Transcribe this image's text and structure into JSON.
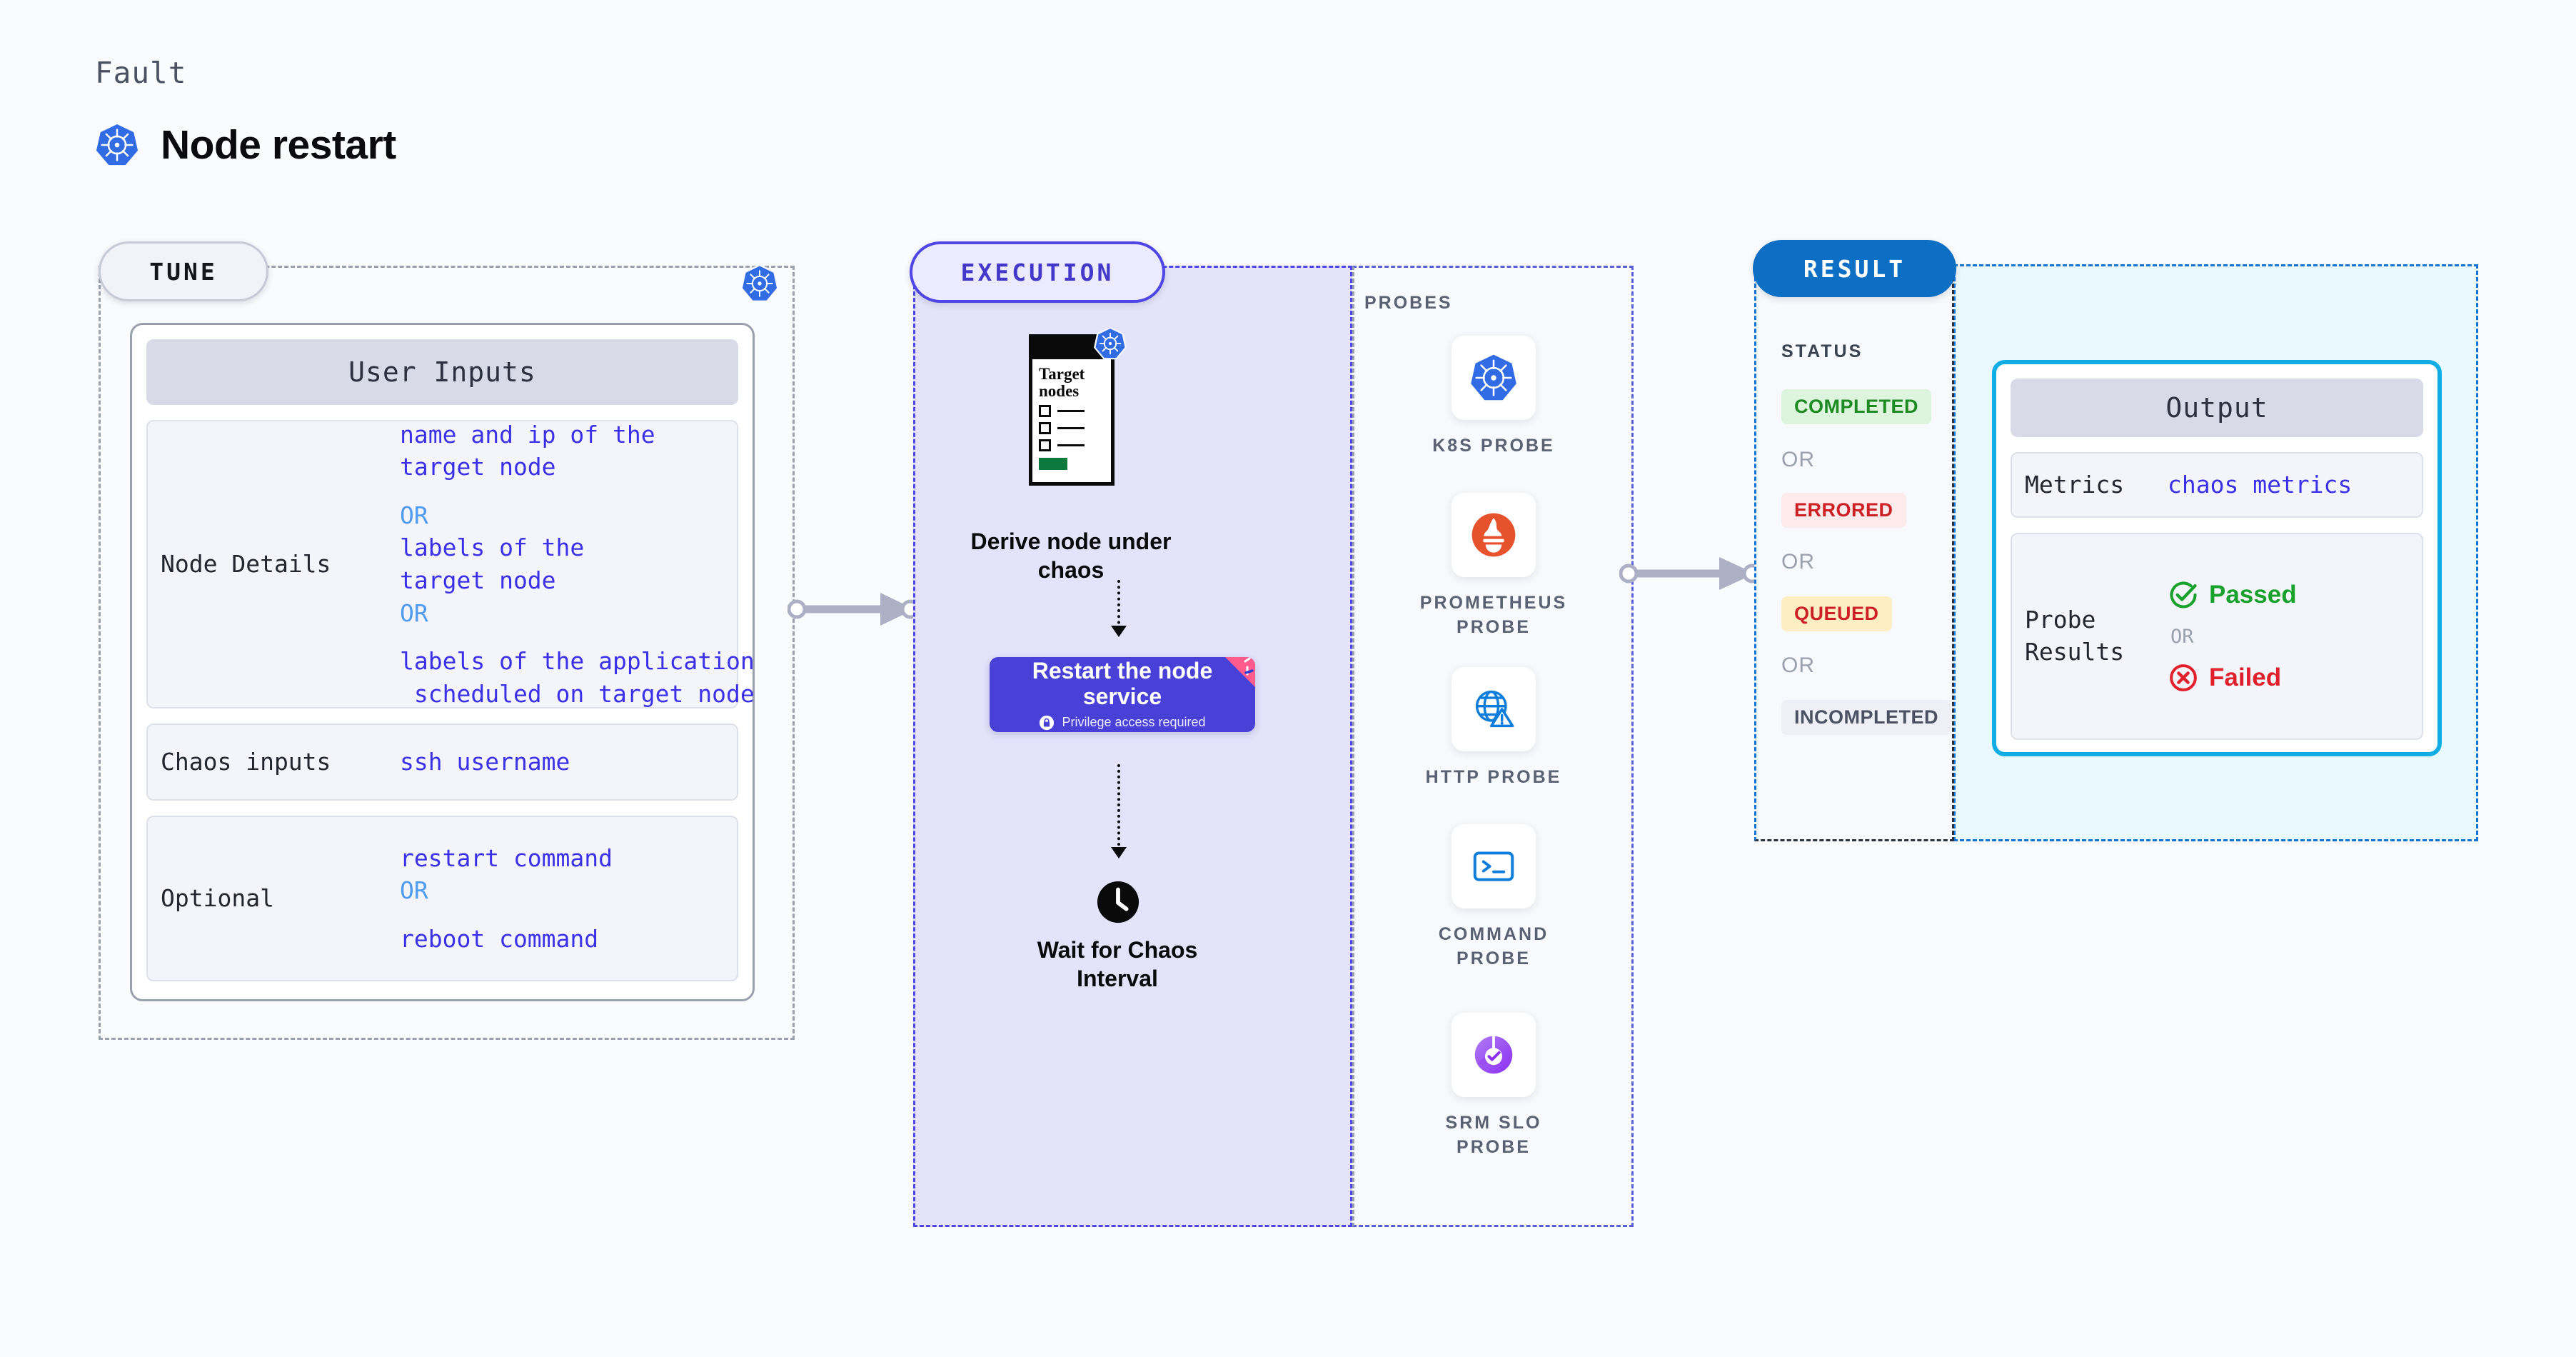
{
  "header": {
    "kicker": "Fault",
    "title": "Node restart",
    "icon": "kubernetes-icon"
  },
  "stages": {
    "tune": {
      "pill": "TUNE",
      "badge_icon": "kubernetes-icon"
    },
    "execution": {
      "pill": "EXECUTION"
    },
    "result": {
      "pill": "RESULT"
    }
  },
  "tune": {
    "card_title": "User Inputs",
    "rows": [
      {
        "key": "Node Details",
        "values": [
          {
            "type": "value",
            "text": "name and ip of the"
          },
          {
            "type": "value",
            "text": "target node"
          },
          {
            "type": "spacer"
          },
          {
            "type": "or",
            "text": "OR"
          },
          {
            "type": "value",
            "text": "labels of the"
          },
          {
            "type": "value",
            "text": "target node"
          },
          {
            "type": "or",
            "text": "OR"
          },
          {
            "type": "spacer"
          },
          {
            "type": "value",
            "text": "labels of the application"
          },
          {
            "type": "value",
            "text": " scheduled on target node"
          }
        ]
      },
      {
        "key": "Chaos inputs",
        "values": [
          {
            "type": "value",
            "text": "ssh username"
          }
        ]
      },
      {
        "key": "Optional",
        "values": [
          {
            "type": "value",
            "text": "restart command"
          },
          {
            "type": "or",
            "text": "OR"
          },
          {
            "type": "spacer"
          },
          {
            "type": "value",
            "text": "reboot command"
          }
        ]
      }
    ]
  },
  "execution": {
    "steps": [
      {
        "id": "derive-node",
        "icon": "target-nodes-list-icon",
        "badge_icon": "kubernetes-icon",
        "card_title": "Target\nnodes",
        "label": "Derive node under chaos"
      },
      {
        "id": "restart-node-service",
        "title": "Restart the node service",
        "subtitle": "Privilege access required",
        "sub_icon": "lock-icon",
        "ribbon_icon": "harness-ribbon-icon",
        "box_color": "#4940d8"
      },
      {
        "id": "wait-chaos-interval",
        "icon": "clock-icon",
        "label": "Wait for Chaos Interval"
      }
    ]
  },
  "probes": {
    "title": "PROBES",
    "items": [
      {
        "label": "K8S PROBE",
        "icon": "kubernetes-icon"
      },
      {
        "label": "PROMETHEUS PROBE",
        "icon": "prometheus-icon"
      },
      {
        "label": "HTTP PROBE",
        "icon": "globe-warning-icon"
      },
      {
        "label": "COMMAND PROBE",
        "icon": "terminal-icon"
      },
      {
        "label": "SRM SLO PROBE",
        "icon": "srm-slo-icon"
      }
    ]
  },
  "result": {
    "status_title": "STATUS",
    "statuses": [
      {
        "label": "COMPLETED",
        "bg": "#ddf4dd",
        "fg": "#1d8a22"
      },
      {
        "label": "ERRORED",
        "bg": "#fdeaea",
        "fg": "#cd2026"
      },
      {
        "label": "QUEUED",
        "bg": "#fdeec3",
        "fg": "#cd2026"
      },
      {
        "label": "INCOMPLETED",
        "bg": "#eef0f5",
        "fg": "#4b5162"
      }
    ],
    "or_label": "OR",
    "output": {
      "card_title": "Output",
      "metrics_key": "Metrics",
      "metrics_value": "chaos metrics",
      "probe_results_key": "Probe Results",
      "passed_label": "Passed",
      "passed_icon": "check-circle-icon",
      "failed_label": "Failed",
      "failed_icon": "x-circle-icon",
      "or_label": "OR"
    }
  },
  "colors": {
    "kubernetes_blue": "#326ce5",
    "execution_purple": "#4f46e5",
    "execution_bg": "#e4e3fb",
    "result_blue": "#0d6fc4",
    "output_border": "#11aee6",
    "output_bg": "#eaf9fe",
    "ribbon_pink": "#ff5c8d",
    "connector_grey": "#adb0c4"
  }
}
